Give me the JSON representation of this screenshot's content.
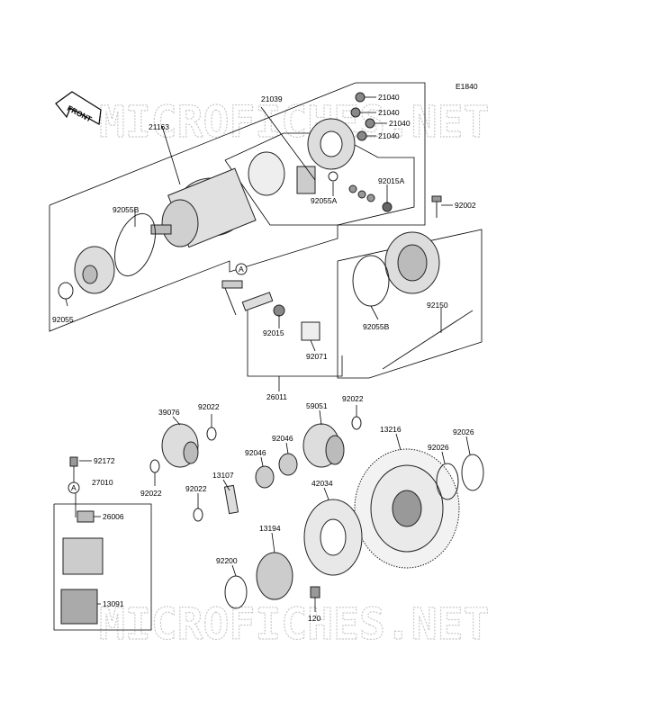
{
  "diagram_code": "E1840",
  "front_label": "FRONT",
  "watermark": "MICROFICHES.NET",
  "callout_letter": "A",
  "part_numbers": {
    "p21040_a": "21040",
    "p21040_b": "21040",
    "p21040_c": "21040",
    "p21040_d": "21040",
    "p21039": "21039",
    "p21163": "21163",
    "p92055b_a": "92055B",
    "p92055": "92055",
    "p92055a": "92055A",
    "p92015a": "92015A",
    "p92002": "92002",
    "p92055b_b": "92055B",
    "p92150": "92150",
    "p92015": "92015",
    "p92071": "92071",
    "p26011": "26011",
    "p39076": "39076",
    "p92022_a": "92022",
    "p59051": "59051",
    "p92022_b": "92022",
    "p13216": "13216",
    "p92026_a": "92026",
    "p92026_b": "92026",
    "p92046_a": "92046",
    "p92046_b": "92046",
    "p92172": "92172",
    "p27010": "27010",
    "p26006": "26006",
    "p13091": "13091",
    "p13107": "13107",
    "p92022_c": "92022",
    "p92022_d": "92022",
    "p42034": "42034",
    "p13194": "13194",
    "p92200": "92200",
    "p120": "120"
  }
}
